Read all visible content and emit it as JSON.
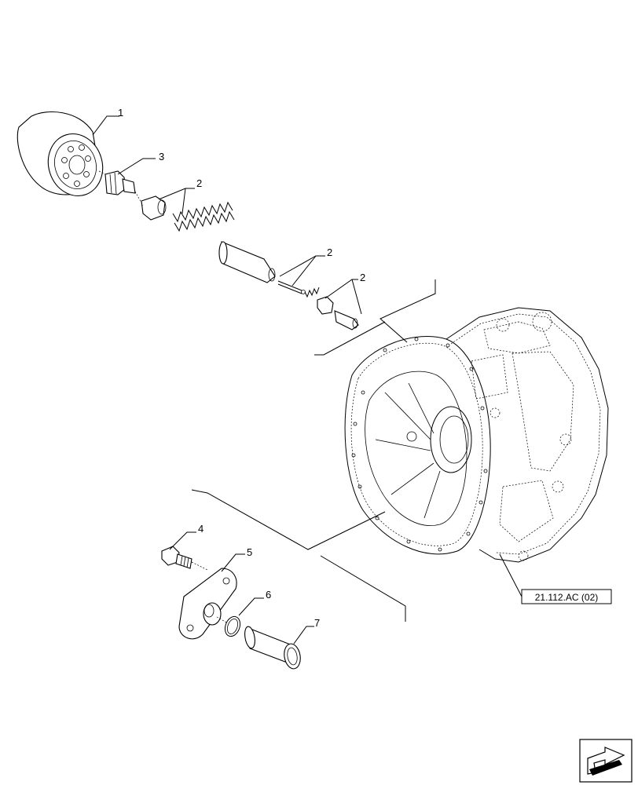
{
  "diagram": {
    "callouts": [
      {
        "id": "c1",
        "label": "1"
      },
      {
        "id": "c3",
        "label": "3"
      },
      {
        "id": "c2a",
        "label": "2"
      },
      {
        "id": "c2b",
        "label": "2"
      },
      {
        "id": "c2c",
        "label": "2"
      },
      {
        "id": "c4",
        "label": "4"
      },
      {
        "id": "c5",
        "label": "5"
      },
      {
        "id": "c6",
        "label": "6"
      },
      {
        "id": "c7",
        "label": "7"
      }
    ],
    "reference": {
      "label": "21.112.AC (02)"
    },
    "nav_icon": "next-page-arrow-icon"
  }
}
